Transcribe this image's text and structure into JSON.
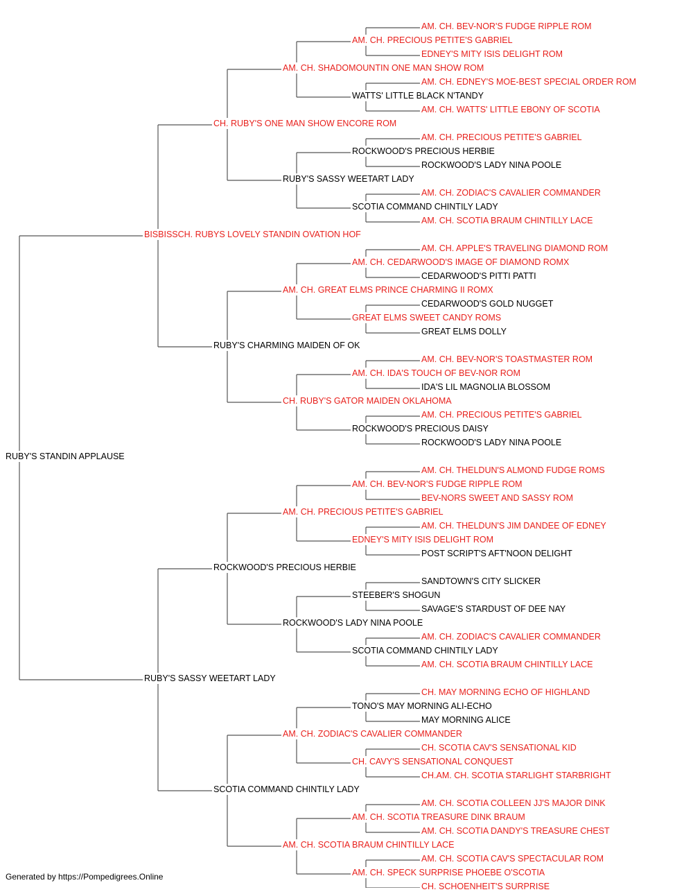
{
  "colors": {
    "champion": "#e8201c",
    "regular": "#000000",
    "line": "#555555",
    "background": "#ffffff"
  },
  "pedigree": {
    "name": "RUBY'S STANDIN APPLAUSE",
    "champ": false,
    "sire": {
      "name": "BISBISSCH. RUBYS LOVELY STANDIN OVATION HOF",
      "champ": true,
      "sire": {
        "name": "CH. RUBY'S ONE MAN SHOW ENCORE ROM",
        "champ": true,
        "sire": {
          "name": "AM. CH. SHADOMOUNTIN ONE MAN SHOW ROM",
          "champ": true,
          "sire": {
            "name": "AM. CH. PRECIOUS PETITE'S GABRIEL",
            "champ": true,
            "sire": {
              "name": "AM. CH. BEV-NOR'S FUDGE RIPPLE ROM",
              "champ": true
            },
            "dam": {
              "name": "EDNEY'S MITY ISIS DELIGHT ROM",
              "champ": true
            }
          },
          "dam": {
            "name": "WATTS' LITTLE BLACK N'TANDY",
            "champ": false,
            "sire": {
              "name": "AM. CH. EDNEY'S MOE-BEST SPECIAL ORDER ROM",
              "champ": true
            },
            "dam": {
              "name": "AM. CH. WATTS' LITTLE EBONY OF SCOTIA",
              "champ": true
            }
          }
        },
        "dam": {
          "name": "RUBY'S SASSY WEETART LADY",
          "champ": false,
          "sire": {
            "name": "ROCKWOOD'S PRECIOUS HERBIE",
            "champ": false,
            "sire": {
              "name": "AM. CH. PRECIOUS PETITE'S GABRIEL",
              "champ": true
            },
            "dam": {
              "name": "ROCKWOOD'S LADY NINA POOLE",
              "champ": false
            }
          },
          "dam": {
            "name": "SCOTIA COMMAND CHINTILY LADY",
            "champ": false,
            "sire": {
              "name": "AM. CH. ZODIAC'S CAVALIER COMMANDER",
              "champ": true
            },
            "dam": {
              "name": "AM. CH. SCOTIA BRAUM CHINTILLY LACE",
              "champ": true
            }
          }
        }
      },
      "dam": {
        "name": "RUBY'S CHARMING MAIDEN OF OK",
        "champ": false,
        "sire": {
          "name": "AM. CH. GREAT ELMS PRINCE CHARMING II ROMX",
          "champ": true,
          "sire": {
            "name": "AM. CH. CEDARWOOD'S IMAGE OF DIAMOND ROMX",
            "champ": true,
            "sire": {
              "name": "AM. CH. APPLE'S TRAVELING DIAMOND ROM",
              "champ": true
            },
            "dam": {
              "name": "CEDARWOOD'S PITTI PATTI",
              "champ": false
            }
          },
          "dam": {
            "name": "GREAT ELMS SWEET CANDY ROMS",
            "champ": true,
            "sire": {
              "name": "CEDARWOOD'S GOLD NUGGET",
              "champ": false
            },
            "dam": {
              "name": "GREAT ELMS DOLLY",
              "champ": false
            }
          }
        },
        "dam": {
          "name": "CH. RUBY'S GATOR MAIDEN OKLAHOMA",
          "champ": true,
          "sire": {
            "name": "AM. CH. IDA'S TOUCH OF BEV-NOR ROM",
            "champ": true,
            "sire": {
              "name": "AM. CH. BEV-NOR'S TOASTMASTER ROM",
              "champ": true
            },
            "dam": {
              "name": "IDA'S LIL MAGNOLIA BLOSSOM",
              "champ": false
            }
          },
          "dam": {
            "name": "ROCKWOOD'S PRECIOUS DAISY",
            "champ": false,
            "sire": {
              "name": "AM. CH. PRECIOUS PETITE'S GABRIEL",
              "champ": true
            },
            "dam": {
              "name": "ROCKWOOD'S LADY NINA POOLE",
              "champ": false
            }
          }
        }
      }
    },
    "dam": {
      "name": "RUBY'S SASSY WEETART LADY",
      "champ": false,
      "sire": {
        "name": "ROCKWOOD'S PRECIOUS HERBIE",
        "champ": false,
        "sire": {
          "name": "AM. CH. PRECIOUS PETITE'S GABRIEL",
          "champ": true,
          "sire": {
            "name": "AM. CH. BEV-NOR'S FUDGE RIPPLE ROM",
            "champ": true,
            "sire": {
              "name": "AM. CH. THELDUN'S ALMOND FUDGE ROMS",
              "champ": true
            },
            "dam": {
              "name": "BEV-NORS SWEET AND SASSY ROM",
              "champ": true
            }
          },
          "dam": {
            "name": "EDNEY'S MITY ISIS DELIGHT ROM",
            "champ": true,
            "sire": {
              "name": "AM. CH. THELDUN'S JIM DANDEE OF EDNEY",
              "champ": true
            },
            "dam": {
              "name": "POST SCRIPT'S AFT'NOON DELIGHT",
              "champ": false
            }
          }
        },
        "dam": {
          "name": "ROCKWOOD'S LADY NINA POOLE",
          "champ": false,
          "sire": {
            "name": "STEEBER'S SHOGUN",
            "champ": false,
            "sire": {
              "name": "SANDTOWN'S CITY SLICKER",
              "champ": false
            },
            "dam": {
              "name": "SAVAGE'S STARDUST OF DEE NAY",
              "champ": false
            }
          },
          "dam": {
            "name": "SCOTIA COMMAND CHINTILY LADY",
            "champ": false,
            "sire": {
              "name": "AM. CH. ZODIAC'S CAVALIER COMMANDER",
              "champ": true
            },
            "dam": {
              "name": "AM. CH. SCOTIA BRAUM CHINTILLY LACE",
              "champ": true
            }
          }
        }
      },
      "dam": {
        "name": "SCOTIA COMMAND CHINTILY LADY",
        "champ": false,
        "sire": {
          "name": "AM. CH. ZODIAC'S CAVALIER COMMANDER",
          "champ": true,
          "sire": {
            "name": "TONO'S MAY MORNING ALI-ECHO",
            "champ": false,
            "sire": {
              "name": "CH. MAY MORNING ECHO OF HIGHLAND",
              "champ": true
            },
            "dam": {
              "name": "MAY MORNING ALICE",
              "champ": false
            }
          },
          "dam": {
            "name": "CH. CAVY'S SENSATIONAL CONQUEST",
            "champ": true,
            "sire": {
              "name": "CH. SCOTIA CAV'S SENSATIONAL KID",
              "champ": true
            },
            "dam": {
              "name": "CH.AM. CH. SCOTIA STARLIGHT STARBRIGHT",
              "champ": true
            }
          }
        },
        "dam": {
          "name": "AM. CH. SCOTIA BRAUM CHINTILLY LACE",
          "champ": true,
          "sire": {
            "name": "AM. CH. SCOTIA TREASURE DINK BRAUM",
            "champ": true,
            "sire": {
              "name": "AM. CH. SCOTIA COLLEEN JJ'S MAJOR DINK",
              "champ": true
            },
            "dam": {
              "name": "AM. CH. SCOTIA DANDY'S TREASURE CHEST",
              "champ": true
            }
          },
          "dam": {
            "name": "AM. CH. SPECK SURPRISE PHOEBE O'SCOTIA",
            "champ": true,
            "sire": {
              "name": "AM. CH. SCOTIA CAV'S SPECTACULAR ROM",
              "champ": true
            },
            "dam": {
              "name": "CH. SCHOENHEIT'S SURPRISE",
              "champ": true
            }
          }
        }
      }
    }
  },
  "footer": {
    "text": "Generated by https://Pompedigrees.Online"
  }
}
